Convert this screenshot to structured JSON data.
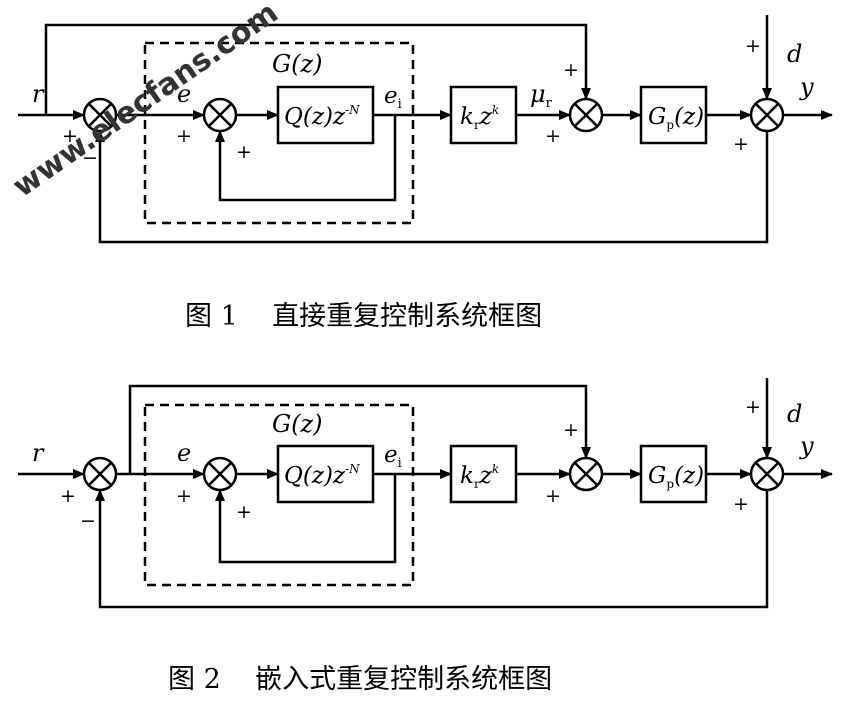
{
  "watermark": "www.elecfans.com",
  "figure1": {
    "caption": "图 1    直接重复控制系统框图",
    "labels": {
      "r": "r",
      "e": "e",
      "Gz": "G(z)",
      "ei": "e",
      "ei_sub": "i",
      "mu": "μ",
      "mu_sub": "r",
      "d": "d",
      "y": "y"
    },
    "blocks": {
      "Q": "Q(z)z",
      "Q_sup": "-N",
      "kr": "k",
      "kr_sub": "r",
      "kr_z": "z",
      "kr_sup": "k",
      "Gp": "G",
      "Gp_sub": "p",
      "Gp_arg": "(z)"
    },
    "signs": {
      "plus": "+",
      "minus": "−"
    }
  },
  "figure2": {
    "caption": "图 2    嵌入式重复控制系统框图",
    "labels": {
      "r": "r",
      "e": "e",
      "Gz": "G(z)",
      "ei": "e",
      "ei_sub": "i",
      "d": "d",
      "y": "y"
    },
    "blocks": {
      "Q": "Q(z)z",
      "Q_sup": "-N",
      "kr": "k",
      "kr_sub": "r",
      "kr_z": "z",
      "kr_sup": "k",
      "Gp": "G",
      "Gp_sub": "p",
      "Gp_arg": "(z)"
    },
    "signs": {
      "plus": "+",
      "minus": "−"
    }
  }
}
